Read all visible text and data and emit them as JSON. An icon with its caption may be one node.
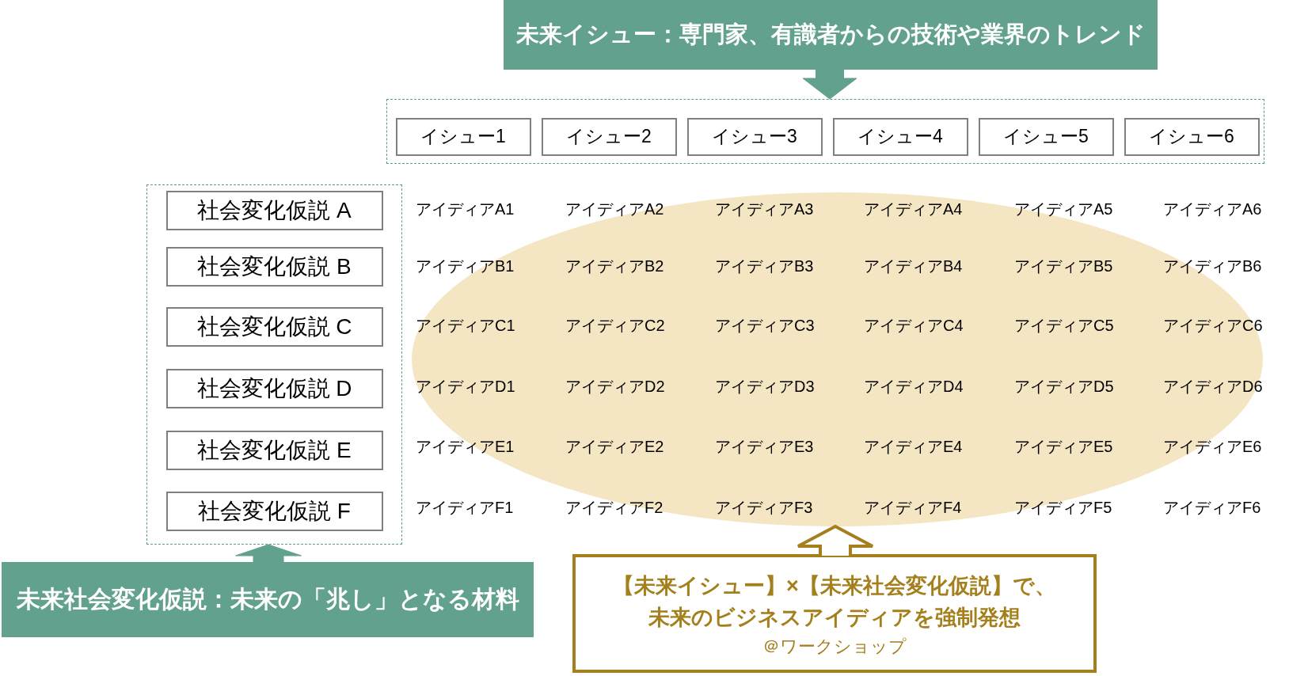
{
  "diagram": {
    "nodes": [
      {
        "text": [
          "未来イシュー：専門家、有識者からの技術や業界のトレンド"
        ]
      },
      {
        "text": [],
        "shape": "box"
      },
      {
        "text": [
          "イシュー1"
        ],
        "in": 1
      },
      {
        "text": [
          "イシュー2"
        ],
        "in": 1
      },
      {
        "text": [
          "イシュー3"
        ],
        "in": 1
      },
      {
        "text": [
          "イシュー4"
        ],
        "in": 1
      },
      {
        "text": [
          "イシュー5"
        ],
        "in": 1
      },
      {
        "text": [
          "イシュー6"
        ],
        "in": 1
      },
      {
        "text": [],
        "shape": "box"
      },
      {
        "text": [
          "社会変化仮説 A"
        ],
        "in": 8
      },
      {
        "text": [
          "社会変化仮説 B"
        ],
        "in": 8
      },
      {
        "text": [
          "社会変化仮説 C"
        ],
        "in": 8
      },
      {
        "text": [
          "社会変化仮説 D"
        ],
        "in": 8
      },
      {
        "text": [
          "社会変化仮説 E"
        ],
        "in": 8
      },
      {
        "text": [
          "社会変化仮説 F"
        ],
        "in": 8
      },
      {
        "text": [
          "未来社会変化仮説：未来の「兆し」となる材料"
        ]
      },
      {
        "text": [],
        "shape": "ellipse"
      },
      {
        "text": [
          "【未来イシュー】×【未来社会変化仮説】で、未来のビジネスアイディアを強制発想",
          "＠ワークショップ"
        ]
      }
    ],
    "edges": [
      {
        "from": 0,
        "to": 1,
        "arrow": "to"
      },
      {
        "from": 15,
        "to": 8,
        "arrow": "to"
      },
      {
        "from": 17,
        "to": 16,
        "arrow": "to",
        "color": "#a57f1c"
      }
    ],
    "labels": [
      "アイディアA1",
      "アイディアA2",
      "アイディアA3",
      "アイディアA4",
      "アイディアA5",
      "アイディアA6",
      "アイディアB1",
      "アイディアB2",
      "アイディアB3",
      "アイディアB4",
      "アイディアB5",
      "アイディアB6",
      "アイディアC1",
      "アイディアC2",
      "アイディアC3",
      "アイディアC4",
      "アイディアC5",
      "アイディアC6",
      "アイディアD1",
      "アイディアD2",
      "アイディアD3",
      "アイディアD4",
      "アイディアD5",
      "アイディアD6",
      "アイディアE1",
      "アイディアE2",
      "アイディアE3",
      "アイディアE4",
      "アイディアE5",
      "アイディアE6",
      "アイディアF1",
      "アイディアF2",
      "アイディアF3",
      "アイディアF4",
      "アイディアF5",
      "アイディアF6"
    ]
  }
}
